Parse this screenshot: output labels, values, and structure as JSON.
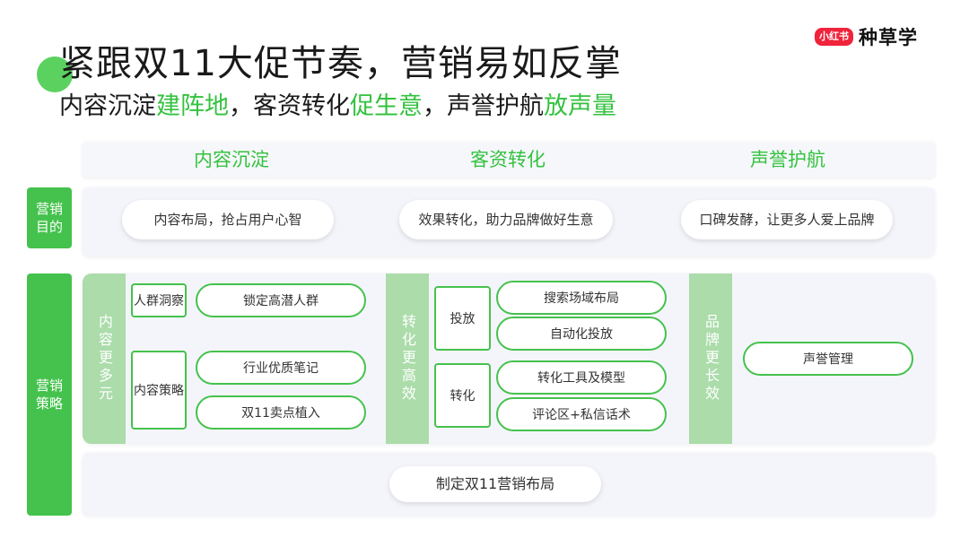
{
  "header": {
    "title": "紧跟双11大促节奏，营销易如反掌",
    "subtitle": [
      {
        "text": "内容沉淀",
        "highlight": false
      },
      {
        "text": "建阵地",
        "highlight": true
      },
      {
        "text": "，客资转化",
        "highlight": false
      },
      {
        "text": "促生意",
        "highlight": true
      },
      {
        "text": "，声誉护航",
        "highlight": false
      },
      {
        "text": "放声量",
        "highlight": true
      }
    ]
  },
  "logo": {
    "badge": "小红书",
    "text": "种草学"
  },
  "columns": [
    "内容沉淀",
    "客资转化",
    "声誉护航"
  ],
  "rows": {
    "goal_label": "营销目的",
    "strategy_label": "营销策略"
  },
  "goals": [
    "内容布局，抢占用户心智",
    "效果转化，助力品牌做好生意",
    "口碑发酵，让更多人爱上品牌"
  ],
  "strategy": {
    "content": {
      "band": "内容更多元",
      "groups": [
        {
          "label": "人群洞察",
          "items": [
            "锁定高潜人群"
          ]
        },
        {
          "label": "内容策略",
          "items": [
            "行业优质笔记",
            "双11卖点植入"
          ]
        }
      ]
    },
    "conversion": {
      "band": "转化更高效",
      "groups": [
        {
          "label": "投放",
          "items": [
            "搜索场域布局",
            "自动化投放"
          ]
        },
        {
          "label": "转化",
          "items": [
            "转化工具及模型",
            "评论区+私信话术"
          ]
        }
      ]
    },
    "reputation": {
      "band": "品牌更长效",
      "items": [
        "声誉管理"
      ]
    }
  },
  "bottom": "制定双11营销布局",
  "colors": {
    "accent_green": "#34c23f",
    "label_green": "#45c24d",
    "band_green": "#abdcaa",
    "logo_red": "#f0233a",
    "panel_bg": "#f4f5fb"
  }
}
